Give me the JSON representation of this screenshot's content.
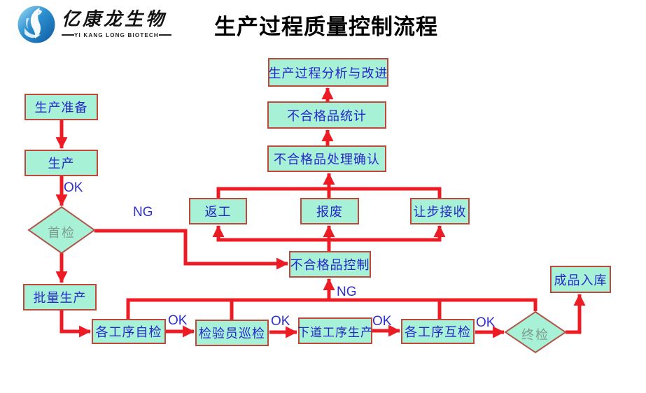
{
  "header": {
    "logo": {
      "brand": "亿康龙生物",
      "tagline": "YI KANG LONG BIOTECH"
    },
    "title": "生产过程质量控制流程"
  },
  "colors": {
    "node_fill": "#a7f2d6",
    "node_border": "#c0483a",
    "arrow_red": "#ed1c24",
    "node_text_blue": "#2626cb",
    "diamond_text_gray": "#7e9a8e",
    "title_black": "#000000",
    "logo_blue": "#2d8fd0"
  },
  "flowchart": {
    "nodes": {
      "production_prep": {
        "label": "生产准备",
        "type": "process"
      },
      "production": {
        "label": "生产",
        "type": "process"
      },
      "first_inspection": {
        "label": "首检",
        "type": "decision"
      },
      "batch_production": {
        "label": "批量生产",
        "type": "process"
      },
      "self_inspection": {
        "label": "各工序自检",
        "type": "process"
      },
      "inspector_patrol": {
        "label": "检验员巡检",
        "type": "process"
      },
      "next_process": {
        "label": "下道工序生产",
        "type": "process"
      },
      "mutual_inspection": {
        "label": "各工序互检",
        "type": "process"
      },
      "final_inspection": {
        "label": "终检",
        "type": "decision"
      },
      "finished_storage": {
        "label": "成品入库",
        "type": "process"
      },
      "nonconforming_control": {
        "label": "不合格品控制",
        "type": "process"
      },
      "rework": {
        "label": "返工",
        "type": "process"
      },
      "scrap": {
        "label": "报废",
        "type": "process"
      },
      "concession": {
        "label": "让步接收",
        "type": "process"
      },
      "handling_confirm": {
        "label": "不合格品处理确认",
        "type": "process"
      },
      "statistics": {
        "label": "不合格品统计",
        "type": "process"
      },
      "analysis": {
        "label": "生产过程分析与改进",
        "type": "process"
      }
    },
    "edge_labels": {
      "production_ok": "OK",
      "first_inspection_ng": "NG",
      "self_inspection_ok": "OK",
      "inspector_patrol_ok": "OK",
      "next_process_ok": "OK",
      "mutual_inspection_ok": "OK",
      "control_ng": "NG"
    }
  }
}
